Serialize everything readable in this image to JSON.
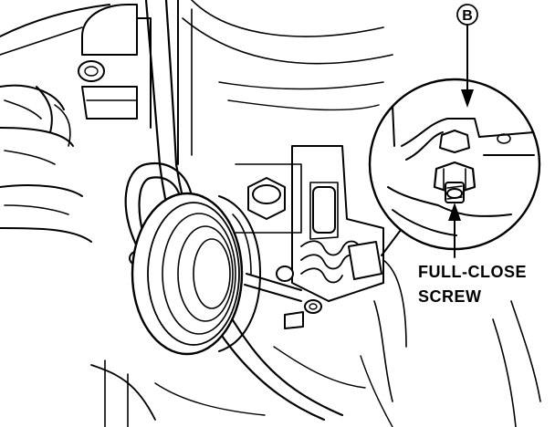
{
  "callout": {
    "marker": "B",
    "screw_label_line1": "FULL-CLOSE",
    "screw_label_line2": "SCREW"
  },
  "colors": {
    "ink": "#000000",
    "paper": "#ffffff"
  }
}
